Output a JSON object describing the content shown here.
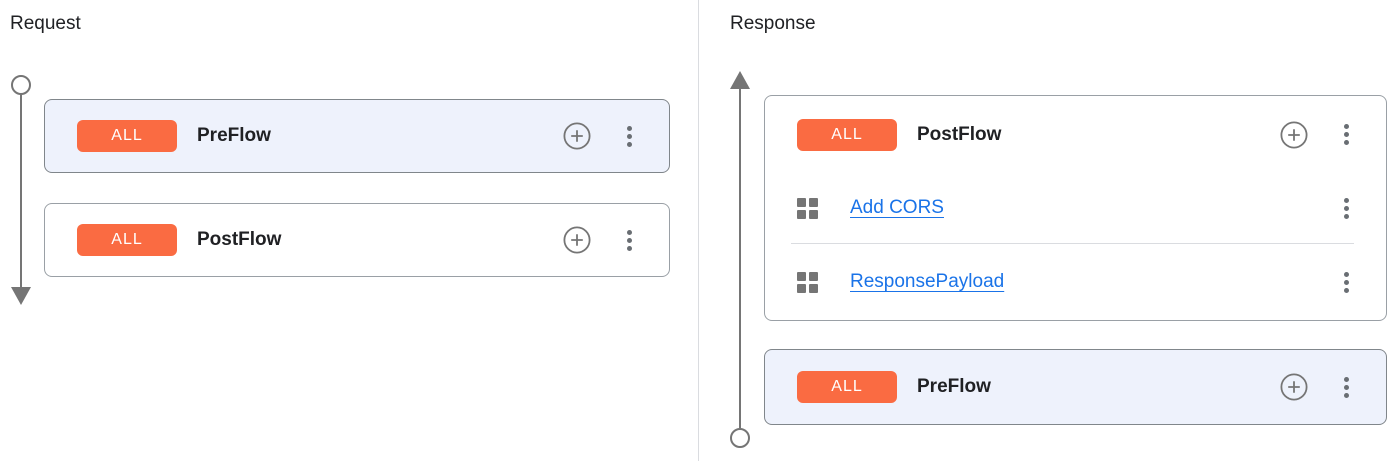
{
  "panels": {
    "request": {
      "title": "Request",
      "flows": [
        {
          "badge": "ALL",
          "name": "PreFlow"
        },
        {
          "badge": "ALL",
          "name": "PostFlow"
        }
      ]
    },
    "response": {
      "title": "Response",
      "flows": [
        {
          "badge": "ALL",
          "name": "PostFlow",
          "policies": [
            {
              "label": "Add CORS"
            },
            {
              "label": "ResponsePayload"
            }
          ]
        },
        {
          "badge": "ALL",
          "name": "PreFlow"
        }
      ]
    }
  },
  "icons": {
    "add_policy": "plus-circle",
    "flow_menu": "kebab-vertical",
    "policy": "grid-2x2",
    "timeline_start": "circle",
    "timeline_request_end": "arrow-down",
    "timeline_response_start": "arrow-up"
  },
  "colors": {
    "badge_bg": "#FA6B42",
    "badge_text": "#FFFFFF",
    "highlight_card_bg": "#EEF2FC",
    "highlight_card_border": "#80868B",
    "card_border": "#9AA0A6",
    "link": "#1A73E8",
    "text": "#202124",
    "timeline": "#757575",
    "divider": "#DADCE0",
    "icon_gray": "#757575"
  }
}
